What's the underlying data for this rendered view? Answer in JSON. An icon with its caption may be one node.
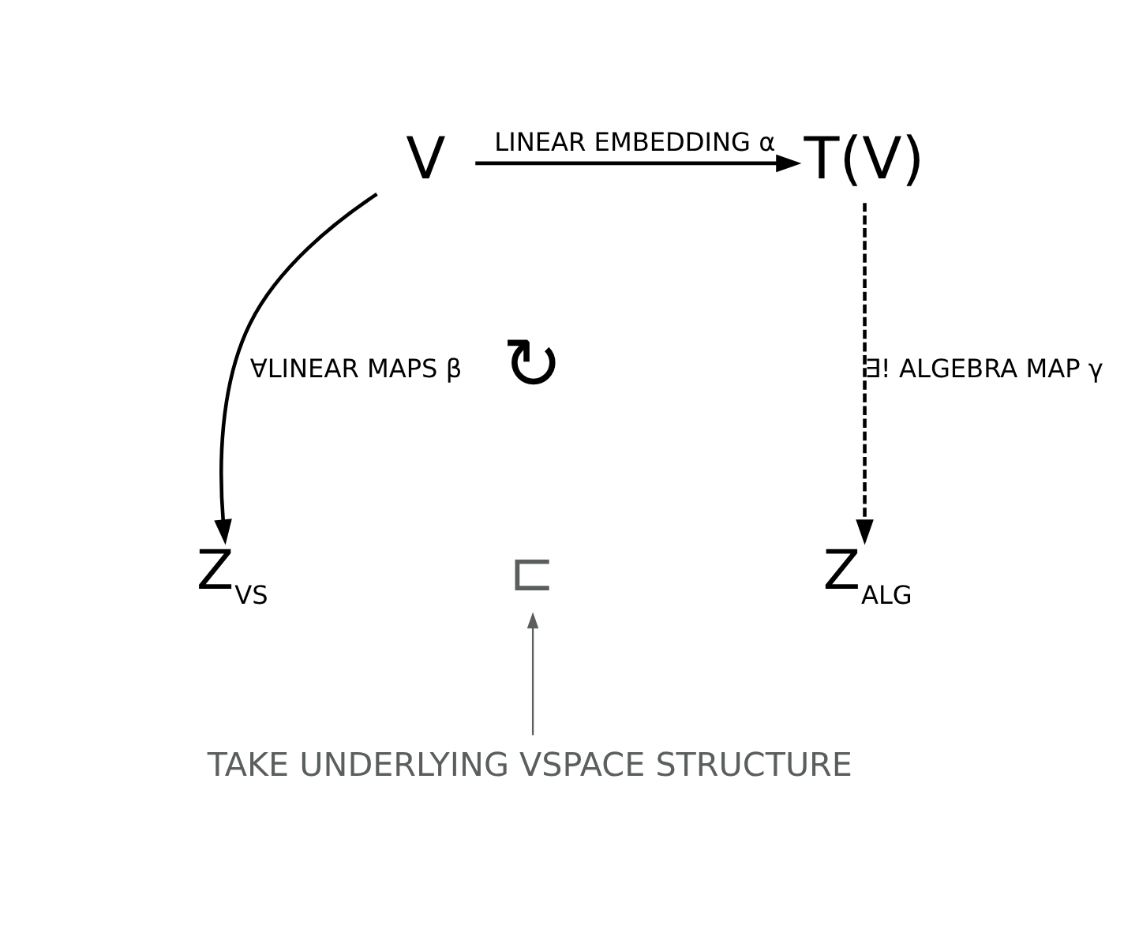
{
  "diagram": {
    "nodes": [
      {
        "text": [
          "V"
        ]
      },
      {
        "text": [
          "T(V)"
        ]
      },
      {
        "text": [
          "Z$_{VS}$"
        ]
      },
      {
        "text": [
          "⊏"
        ]
      },
      {
        "text": [
          "Z$_{ALG}$"
        ]
      },
      {
        "text": [
          "TAKE UNDERLYING VSPACE STRUCTURE"
        ]
      }
    ],
    "edges": [
      {
        "from": 0,
        "to": 1,
        "arrow": "to",
        "label": "LINEAR EMBEDDING α"
      },
      {
        "from": 0,
        "to": 2,
        "arrow": "to",
        "label": "∀LINEAR MAPS β"
      },
      {
        "from": 1,
        "to": 4,
        "arrow": "to",
        "style": "dashed",
        "label": "∃! ALGEBRA MAP γ"
      },
      {
        "from": 5,
        "to": 3,
        "arrow": "to",
        "color": "#5a5f5e"
      }
    ],
    "labels": [
      "↻"
    ]
  }
}
